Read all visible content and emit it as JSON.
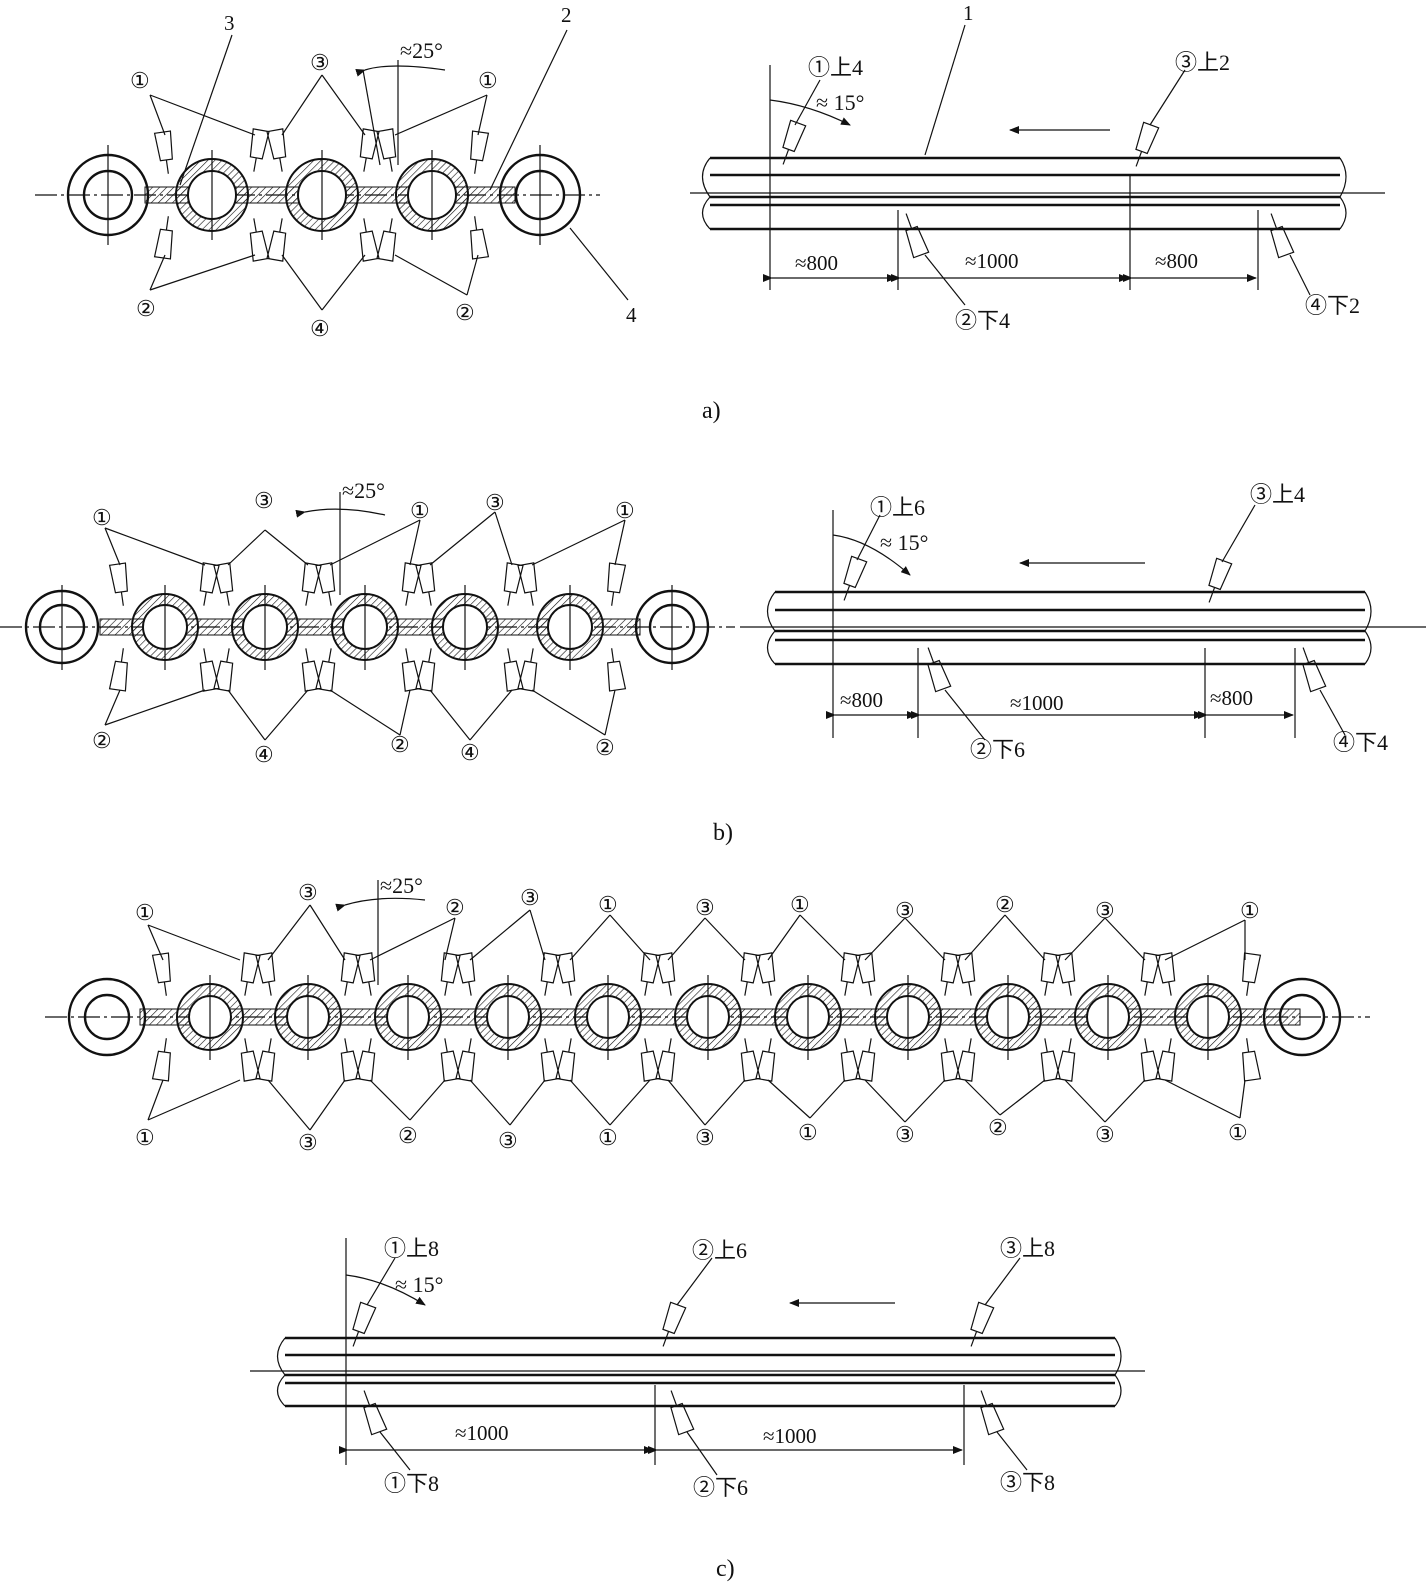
{
  "figure": {
    "panel_a": {
      "caption": "a)",
      "part_numbers": [
        "3",
        "2",
        "1",
        "4"
      ],
      "cross_section": {
        "angle_label": "≈25°",
        "top_markers": [
          "①",
          "③",
          "①"
        ],
        "bottom_markers": [
          "②",
          "④",
          "②"
        ]
      },
      "side_view": {
        "angle_label": "≈ 15°",
        "torches": [
          "①上4",
          "③上2",
          "②下4",
          "④下2"
        ],
        "dimensions": [
          "≈800",
          "≈1000",
          "≈800"
        ]
      }
    },
    "panel_b": {
      "caption": "b)",
      "cross_section": {
        "angle_label": "≈25°",
        "top_markers": [
          "①",
          "③",
          "①",
          "③",
          "①"
        ],
        "bottom_markers": [
          "②",
          "④",
          "②",
          "④",
          "②"
        ]
      },
      "side_view": {
        "angle_label": "≈ 15°",
        "torches": [
          "①上6",
          "③上4",
          "②下6",
          "④下4"
        ],
        "dimensions": [
          "≈800",
          "≈1000",
          "≈800"
        ]
      }
    },
    "panel_c": {
      "caption": "c)",
      "cross_section": {
        "angle_label": "≈25°",
        "top_markers": [
          "①",
          "③",
          "②",
          "③",
          "①",
          "③",
          "①",
          "③",
          "②",
          "③",
          "①"
        ],
        "bottom_markers": [
          "①",
          "③",
          "②",
          "③",
          "①",
          "③",
          "①",
          "③",
          "②",
          "③",
          "①"
        ]
      },
      "side_view": {
        "angle_label": "≈ 15°",
        "torches": [
          "①上8",
          "②上6",
          "③上8",
          "①下8",
          "②下6",
          "③下8"
        ],
        "dimensions": [
          "≈1000",
          "≈1000"
        ]
      }
    }
  }
}
